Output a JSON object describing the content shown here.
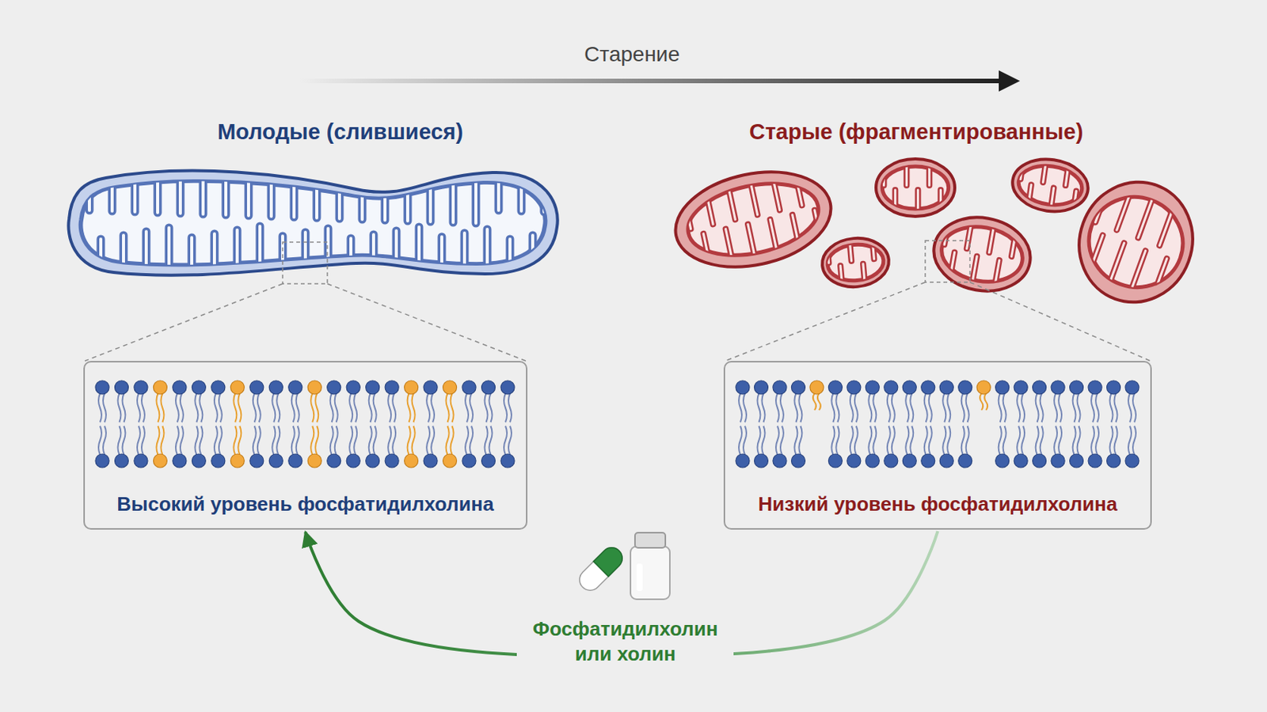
{
  "diagram": {
    "nodes": [
      {
        "text": [
          "Высокий уровень фосфатидилхолина"
        ]
      },
      {
        "text": [
          "Низкий уровень фосфатидилхолина"
        ]
      }
    ],
    "edges": [
      {
        "from": 1,
        "to": 0,
        "arrow": "to",
        "label": "Фосфатидилхолин или холин"
      }
    ],
    "labels": [
      "Старение",
      "Молодые (слившиеся)",
      "Старые (фрагментированные)"
    ]
  }
}
